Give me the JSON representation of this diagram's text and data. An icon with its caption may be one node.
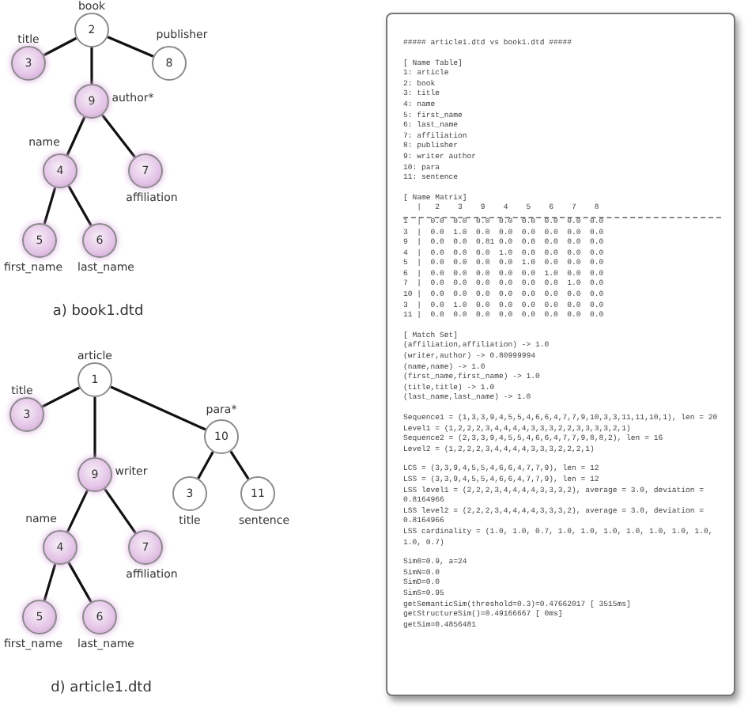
{
  "diagram": {
    "nodes": [
      {
        "text": [
          "2"
        ],
        "beside": [
          "book"
        ]
      },
      {
        "text": [
          "3"
        ],
        "beside": [
          "title"
        ]
      },
      {
        "text": [
          "8"
        ],
        "beside": [
          "publisher"
        ]
      },
      {
        "text": [
          "9"
        ],
        "beside": [
          "author*"
        ]
      },
      {
        "text": [
          "4"
        ],
        "beside": [
          "name"
        ]
      },
      {
        "text": [
          "7"
        ],
        "beside": [
          "affiliation"
        ]
      },
      {
        "text": [
          "5"
        ],
        "beside": [
          "first_name"
        ]
      },
      {
        "text": [
          "6"
        ],
        "beside": [
          "last_name"
        ]
      },
      {
        "text": [
          "1"
        ],
        "beside": [
          "article"
        ]
      },
      {
        "text": [
          "3"
        ],
        "beside": [
          "title"
        ]
      },
      {
        "text": [
          "10"
        ],
        "beside": [
          "para*"
        ]
      },
      {
        "text": [
          "9"
        ],
        "beside": [
          "writer"
        ]
      },
      {
        "text": [
          "3"
        ],
        "beside": [
          "title"
        ]
      },
      {
        "text": [
          "11"
        ],
        "beside": [
          "sentence"
        ]
      },
      {
        "text": [
          "4"
        ],
        "beside": [
          "name"
        ]
      },
      {
        "text": [
          "7"
        ],
        "beside": [
          "affiliation"
        ]
      },
      {
        "text": [
          "5"
        ],
        "beside": [
          "first_name"
        ]
      },
      {
        "text": [
          "6"
        ],
        "beside": [
          "last_name"
        ]
      }
    ],
    "edges": [
      {
        "from": 0,
        "to": 1,
        "arrow": "none"
      },
      {
        "from": 0,
        "to": 2,
        "arrow": "none"
      },
      {
        "from": 0,
        "to": 3,
        "arrow": "none"
      },
      {
        "from": 3,
        "to": 4,
        "arrow": "none"
      },
      {
        "from": 3,
        "to": 5,
        "arrow": "none"
      },
      {
        "from": 4,
        "to": 6,
        "arrow": "none"
      },
      {
        "from": 4,
        "to": 7,
        "arrow": "none"
      },
      {
        "from": 8,
        "to": 9,
        "arrow": "none"
      },
      {
        "from": 8,
        "to": 10,
        "arrow": "none"
      },
      {
        "from": 8,
        "to": 11,
        "arrow": "none"
      },
      {
        "from": 10,
        "to": 12,
        "arrow": "none"
      },
      {
        "from": 10,
        "to": 13,
        "arrow": "none"
      },
      {
        "from": 11,
        "to": 14,
        "arrow": "none"
      },
      {
        "from": 11,
        "to": 15,
        "arrow": "none"
      },
      {
        "from": 14,
        "to": 16,
        "arrow": "none"
      },
      {
        "from": 14,
        "to": 17,
        "arrow": "none"
      }
    ],
    "labels": [
      "a) book1.dtd",
      "d) article1.dtd",
      "##### article1.dtd vs book1.dtd #####",
      "[ Name Table]",
      "1: article",
      "2: book",
      "3: title",
      "4: name",
      "5: first_name",
      "6: last_name",
      "7: affiliation",
      "8: publisher",
      "9: writer author",
      "10: para",
      "11: sentence",
      "[ Name Matrix]",
      "   |   2    3    9    4    5    6    7    8",
      "1  |  0.0  0.0  0.0  0.0  0.0  0.0  0.0  0.0",
      "3  |  0.0  1.0  0.0  0.0  0.0  0.0  0.0  0.0",
      "9  |  0.0  0.0  0.81 0.0  0.0  0.0  0.0  0.0",
      "4  |  0.0  0.0  0.0  1.0  0.0  0.0  0.0  0.0",
      "5  |  0.0  0.0  0.0  0.0  1.0  0.0  0.0  0.0",
      "6  |  0.0  0.0  0.0  0.0  0.0  1.0  0.0  0.0",
      "7  |  0.0  0.0  0.0  0.0  0.0  0.0  1.0  0.0",
      "10 |  0.0  0.0  0.0  0.0  0.0  0.0  0.0  0.0",
      "3  |  0.0  1.0  0.0  0.0  0.0  0.0  0.0  0.0",
      "11 |  0.0  0.0  0.0  0.0  0.0  0.0  0.0  0.0",
      "[ Match Set]",
      "(affiliation,affiliation) -> 1.0",
      "(writer,author) -> 0.80999994",
      "(name,name) -> 1.0",
      "(first_name,first_name) -> 1.0",
      "(title,title) -> 1.0",
      "(last_name,last_name) -> 1.0",
      "Sequence1 = (1,3,3,9,4,5,5,4,6,6,4,7,7,9,10,3,3,11,11,10,1), len = 20",
      "Level1 = (1,2,2,2,3,4,4,4,4,3,3,3,2,2,3,3,3,3,2,1)",
      "Sequence2 = (2,3,3,9,4,5,5,4,6,6,4,7,7,9,8,8,2), len = 16",
      "Level2 = (1,2,2,2,3,4,4,4,4,3,3,3,2,2,2,1)",
      "LCS = (3,3,9,4,5,5,4,6,6,4,7,7,9), len = 12",
      "LSS = (3,3,9,4,5,5,4,6,6,4,7,7,9), len = 12",
      "LSS level1 = (2,2,2,3,4,4,4,4,3,3,3,2), average = 3.0, deviation = 0.8164966",
      "LSS level2 = (2,2,2,3,4,4,4,4,3,3,3,2), average = 3.0, deviation = 0.8164966",
      "LSS cardinality = (1.0, 1.0, 0.7, 1.0, 1.0, 1.0, 1.0, 1.0, 1.0, 1.0, 1.0, 0.7)",
      "Sim0=0.9, a=24",
      "SimN=0.0",
      "SimD=0.0",
      "SimS=0.95",
      "getSemanticSim(threshold=0.3)=0.47662017 [ 3515ms]",
      "getStructureSim()=0.49166667 [ 0ms]",
      "getSim=0.4856481"
    ]
  }
}
